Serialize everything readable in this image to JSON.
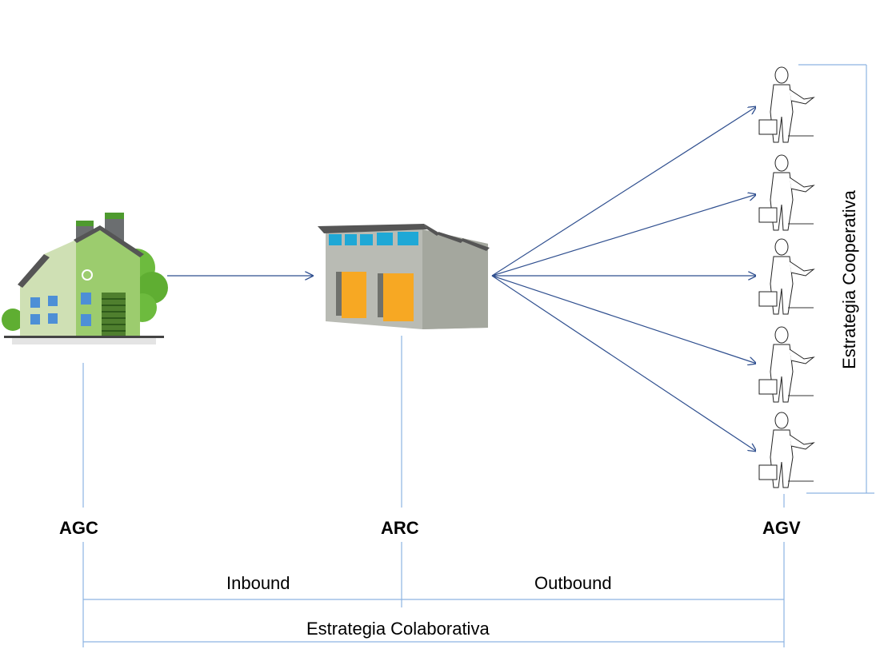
{
  "nodes": {
    "agc": {
      "label": "AGC",
      "icon": "factory-icon"
    },
    "arc": {
      "label": "ARC",
      "icon": "warehouse-icon"
    },
    "agv": {
      "label": "AGV",
      "icon": "salesman-icon"
    }
  },
  "segments": {
    "inbound": "Inbound",
    "outbound": "Outbound",
    "collaborative": "Estrategia Colaborativa",
    "cooperative": "Estrategia Cooperativa"
  },
  "salesmen_count": 5,
  "colors": {
    "arrow": "#2f4f8f",
    "bracket": "#8db4e2",
    "factory_green": "#7dbb4f",
    "warehouse_door": "#f7a823",
    "warehouse_window": "#1fa8d6"
  }
}
